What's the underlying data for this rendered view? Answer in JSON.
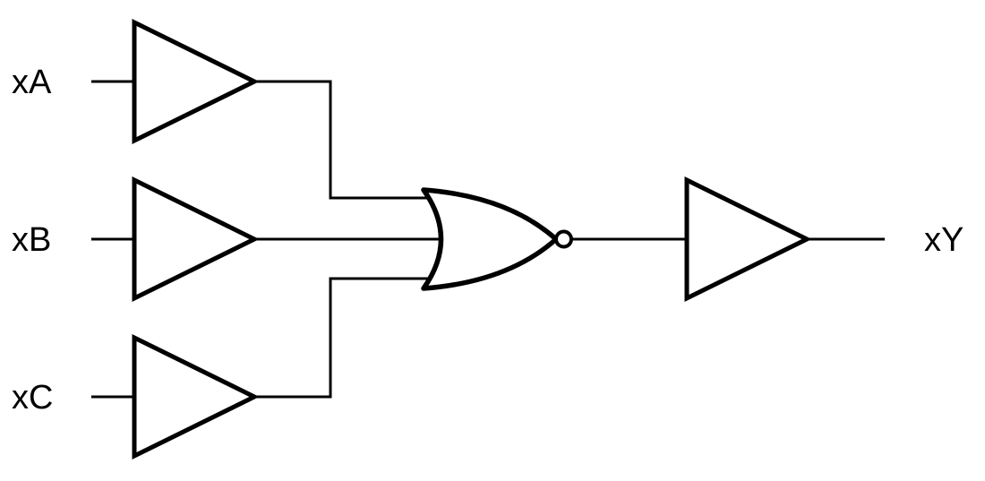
{
  "diagram": {
    "type": "logic-circuit-schematic",
    "background_color": "#ffffff",
    "line_color": "#000000",
    "labels": {
      "input_a": "xA",
      "input_b": "xB",
      "input_c": "xC",
      "output": "xY"
    },
    "gates": {
      "buffer_a": "buffer",
      "buffer_b": "buffer",
      "buffer_c": "buffer",
      "nor_gate": "3-input NOR",
      "output_buffer": "buffer"
    }
  }
}
